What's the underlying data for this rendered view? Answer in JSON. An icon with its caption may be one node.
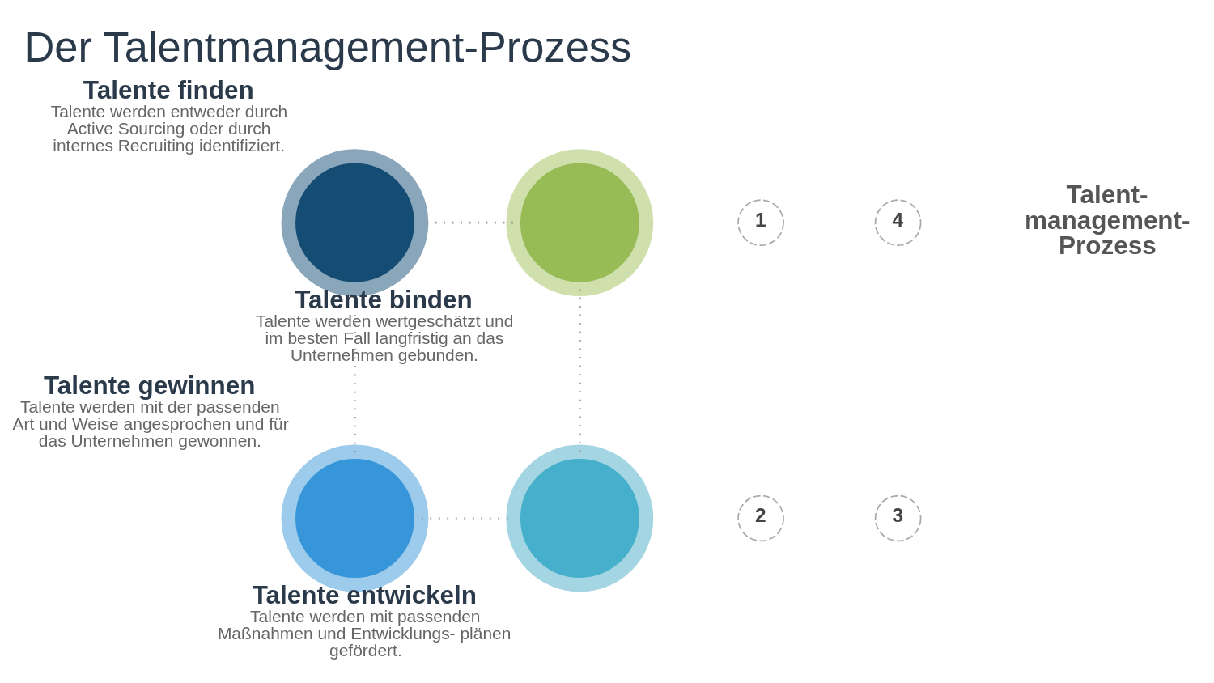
{
  "diagram": {
    "title": "Der Talentmanagement-Prozess",
    "nodes": [
      {
        "text": [],
        "shape": "circle",
        "beside": [
          "Talente finden",
          "Talente werden entweder durch Active Sourcing oder durch internes Recruiting identifiziert."
        ]
      },
      {
        "text": [
          "1"
        ]
      },
      {
        "text": [],
        "shape": "circle",
        "beside": [
          "Talente gewinnen",
          "Talente werden mit der passenden Art und Weise angesprochen und für das Unternehmen gewonnen."
        ]
      },
      {
        "text": [
          "2"
        ]
      },
      {
        "text": [],
        "shape": "circle",
        "beside": [
          "Talente entwickeln",
          "Talente werden mit passenden Maßnahmen und Entwicklungs- plänen gefördert."
        ]
      },
      {
        "text": [
          "3"
        ]
      },
      {
        "text": [],
        "shape": "circle",
        "beside": [
          "Talente binden",
          "Talente werden wertgeschätzt und im besten Fall langfristig an das Unternehmen gebunden."
        ]
      },
      {
        "text": [
          "4"
        ]
      }
    ],
    "edges": [
      {
        "from": 0,
        "to": 2,
        "arrow": "none",
        "style": "dashed"
      },
      {
        "from": 2,
        "to": 4,
        "arrow": "none",
        "style": "dashed"
      },
      {
        "from": 4,
        "to": 6,
        "arrow": "none",
        "style": "dashed"
      },
      {
        "from": 6,
        "to": 0,
        "arrow": "none",
        "style": "dashed"
      }
    ],
    "labels": [
      "Talent- management- Prozess"
    ]
  }
}
